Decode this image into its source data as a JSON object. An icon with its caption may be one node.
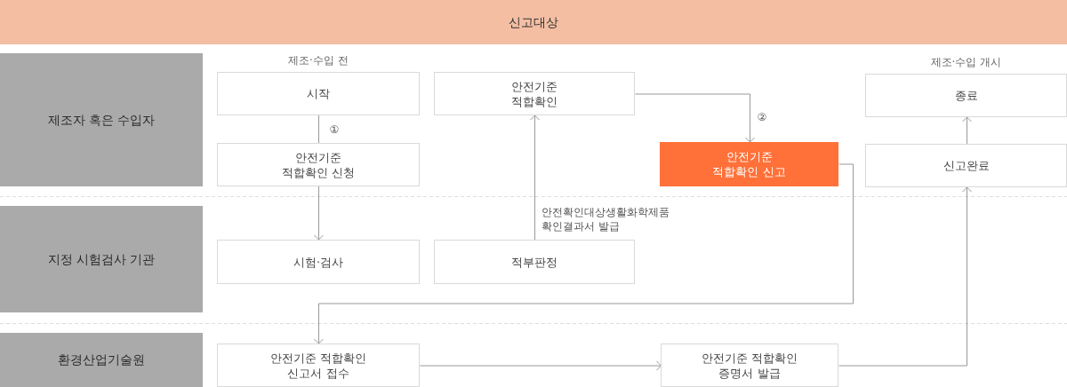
{
  "diagram": {
    "nodes": [
      {
        "text": [
          "신고대상"
        ]
      },
      {
        "text": [
          "제조자 혹은 수입자"
        ]
      },
      {
        "text": [
          "시작"
        ],
        "beside": [
          "제조·수입 전"
        ]
      },
      {
        "text": [
          "안전기준 적합확인"
        ]
      },
      {
        "text": [
          "종료"
        ],
        "beside": [
          "제조·수입 개시"
        ]
      },
      {
        "text": [
          "안전기준 적합확인 신청"
        ]
      },
      {
        "text": [
          "안전기준 적합확인 신고"
        ]
      },
      {
        "text": [
          "신고완료"
        ]
      },
      {
        "text": [
          "지정 시험검사 기관"
        ]
      },
      {
        "text": [
          "시험·검사"
        ]
      },
      {
        "text": [
          "적부판정"
        ]
      },
      {
        "text": [
          "환경산업기술원"
        ]
      },
      {
        "text": [
          "안전기준 적합확인 신고서 접수"
        ]
      },
      {
        "text": [
          "안전기준 적합확인 증명서 발급"
        ]
      }
    ],
    "edges": [
      {
        "from": 2,
        "to": 5,
        "arrow": "none",
        "label": "①"
      },
      {
        "from": 5,
        "to": 9,
        "arrow": "to"
      },
      {
        "from": 10,
        "to": 3,
        "arrow": "to",
        "label": "안전확인대상생활화학제품 확인결과서 발급"
      },
      {
        "from": 3,
        "to": 6,
        "arrow": "to",
        "label": "②"
      },
      {
        "from": 6,
        "to": 12,
        "arrow": "to"
      },
      {
        "from": 12,
        "to": 13,
        "arrow": "to"
      },
      {
        "from": 13,
        "to": 7,
        "arrow": "to"
      },
      {
        "from": 7,
        "to": 4,
        "arrow": "to"
      }
    ]
  }
}
